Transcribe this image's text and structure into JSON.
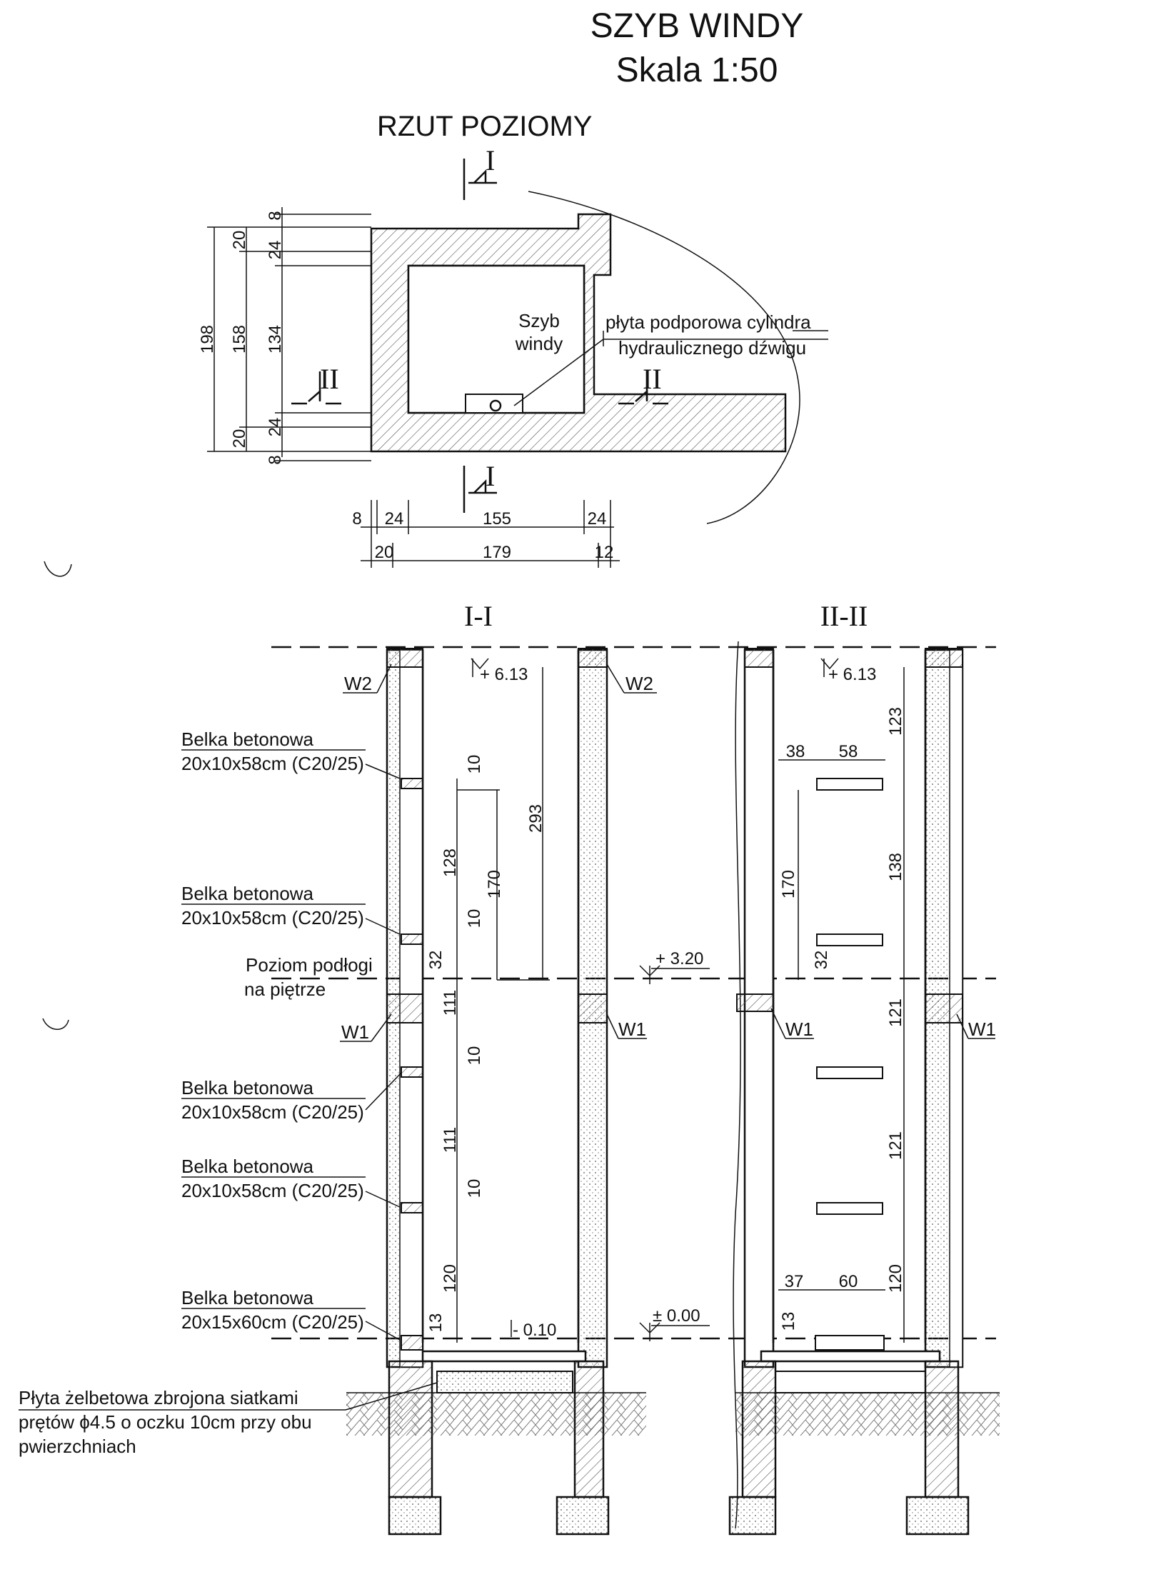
{
  "title": {
    "line1": "SZYB WINDY",
    "line2": "Skala 1:50"
  },
  "plan": {
    "heading": "RZUT POZIOMY",
    "room_label_1": "Szyb",
    "room_label_2": "windy",
    "note_1": "płyta podporowa cylindra",
    "note_2": "hydraulicznego dźwigu",
    "cut_I": "I",
    "cut_II": "II",
    "dims_vertical": [
      "198",
      "20",
      "158",
      "20",
      "8",
      "24",
      "134",
      "24",
      "8"
    ],
    "dims_horizontal_1": [
      "8",
      "24",
      "155",
      "24"
    ],
    "dims_horizontal_2": [
      "20",
      "179",
      "12"
    ]
  },
  "section_I": {
    "title": "I-I",
    "level_top": "+ 6.13",
    "level_bottom": "- 0.10",
    "w2_left": "W2",
    "w2_right": "W2",
    "w1_left": "W1",
    "w1_right": "W1",
    "beams": [
      {
        "line1": "Belka betonowa",
        "line2": "20x10x58cm (C20/25)"
      },
      {
        "line1": "Belka betonowa",
        "line2": "20x10x58cm (C20/25)"
      },
      {
        "line1": "Belka betonowa",
        "line2": "20x10x58cm (C20/25)"
      },
      {
        "line1": "Belka betonowa",
        "line2": "20x10x58cm (C20/25)"
      },
      {
        "line1": "Belka betonowa",
        "line2": "20x15x60cm (C20/25)"
      }
    ],
    "floor_label_1": "Poziom podłogi",
    "floor_label_2": "na piętrze",
    "dims": [
      "10",
      "128",
      "10",
      "32",
      "111",
      "10",
      "111",
      "10",
      "120",
      "13",
      "170",
      "293"
    ]
  },
  "section_II": {
    "title": "II-II",
    "level_top": "+ 6.13",
    "w1_left": "W1",
    "w1_right": "W1",
    "dims_top": [
      "38",
      "58"
    ],
    "dims_bottom": [
      "37",
      "60"
    ],
    "dims_right": [
      "123",
      "138",
      "121",
      "121",
      "120"
    ],
    "dims_inner": [
      "170",
      "32",
      "13"
    ]
  },
  "levels": {
    "mid": "+ 3.20",
    "zero": "± 0.00"
  },
  "slab_note": {
    "line1": "Płyta  żelbetowa zbrojona siatkami",
    "line2": "prętów ϕ4.5 o oczku 10cm przy obu",
    "line3": "pwierzchniach"
  },
  "colors": {
    "ink": "#111111",
    "paper": "#ffffff",
    "hatch": "#555555"
  }
}
